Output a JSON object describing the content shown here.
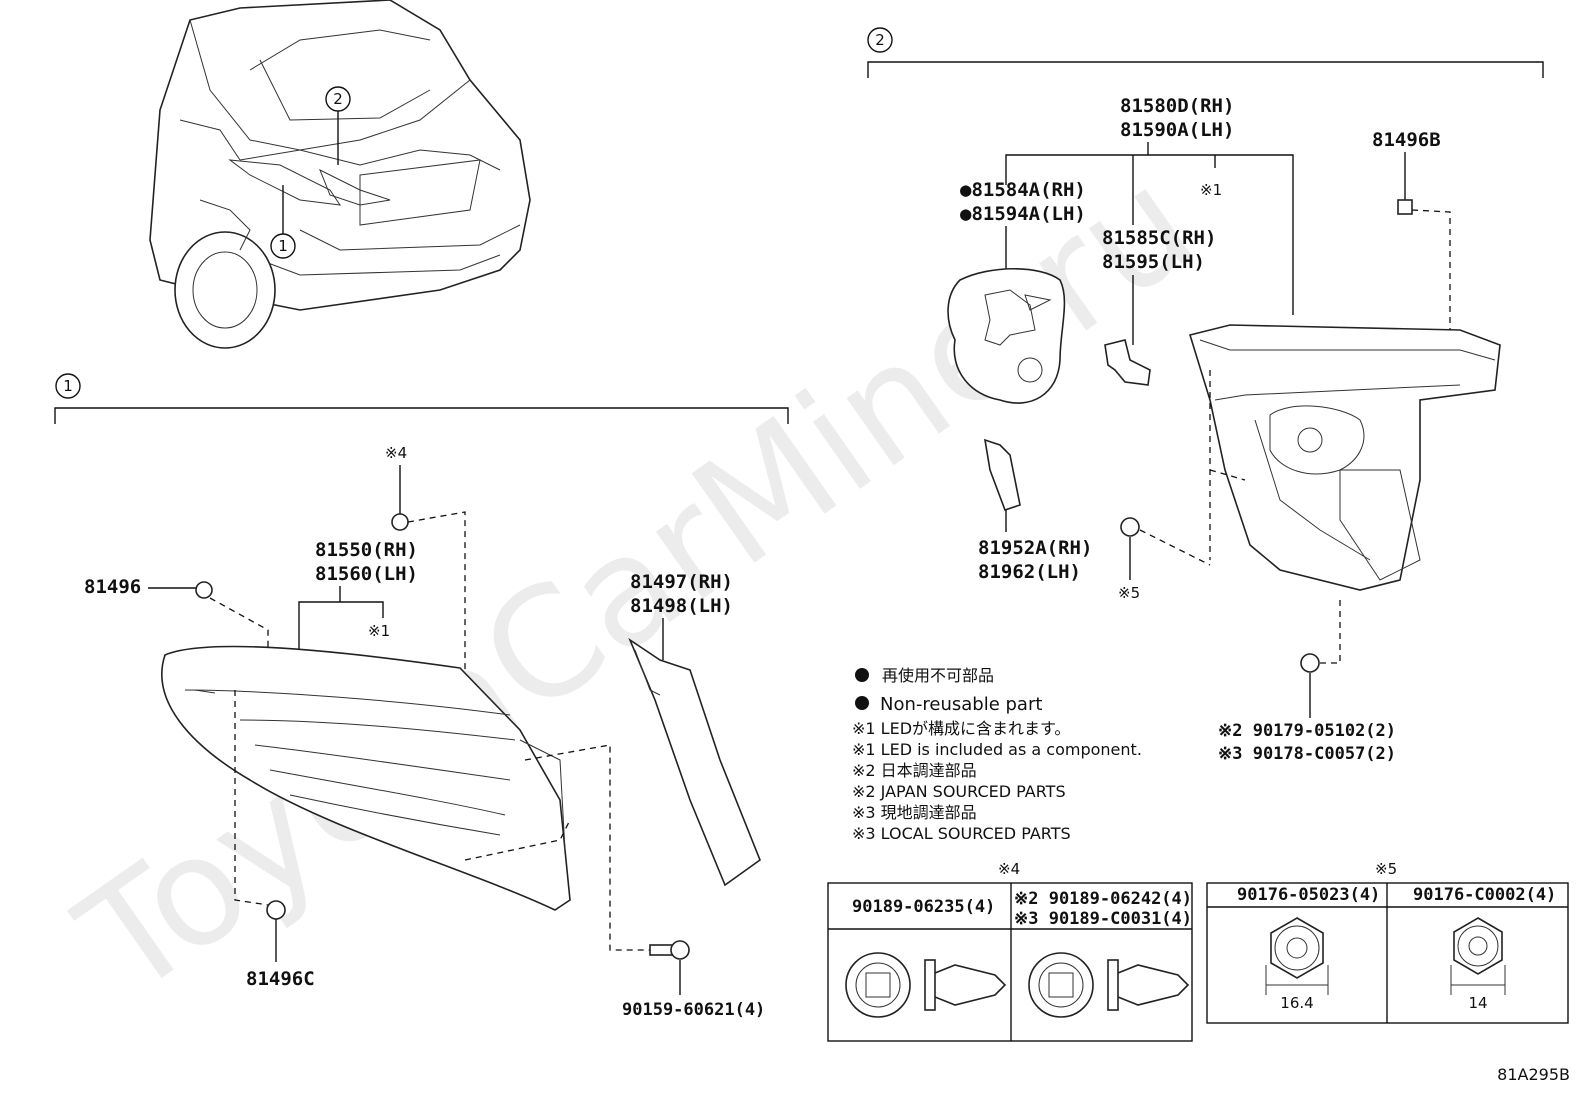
{
  "watermark": "ToyotaCarMine.ru",
  "diagram_code": "81A295B",
  "section_markers": {
    "s1": "1",
    "s2": "2"
  },
  "overview": {
    "callout_1": "1",
    "callout_2": "2"
  },
  "section1": {
    "label_81550": "81550(RH)",
    "label_81560": "81560(LH)",
    "label_81496": "81496",
    "label_81496C": "81496C",
    "label_81497": "81497(RH)",
    "label_81498": "81498(LH)",
    "label_90159": "90159-60621(4)",
    "note_x4": "※4",
    "note_x1": "※1"
  },
  "section2": {
    "label_81580D": "81580D(RH)",
    "label_81590A": "81590A(LH)",
    "label_81584A": "●81584A(RH)",
    "label_81594A": "●81594A(LH)",
    "label_81585C": "81585C(RH)",
    "label_81595": "81595(LH)",
    "label_81496B": "81496B",
    "label_81952A": "81952A(RH)",
    "label_81962": "81962(LH)",
    "label_90179": "※2 90179-05102(2)",
    "label_90178": "※3 90178-C0057(2)",
    "note_x1": "※1",
    "note_x5": "※5"
  },
  "legend": {
    "line1": "再使用不可部品",
    "line2": "Non-reusable part",
    "line3": "※1 LEDが構成に含まれます。",
    "line4": "※1 LED is included as a component.",
    "line5": "※2 日本調達部品",
    "line6": "※2 JAPAN SOURCED PARTS",
    "line7": "※3 現地調達部品",
    "line8": "※3 LOCAL SOURCED PARTS"
  },
  "table4": {
    "mark": "※4",
    "col1": "90189-06235(4)",
    "col2a": "※2 90189-06242(4)",
    "col2b": "※3 90189-C0031(4)"
  },
  "table5": {
    "mark": "※5",
    "col1": "90176-05023(4)",
    "col2": "90176-C0002(4)",
    "dim1": "16.4",
    "dim2": "14"
  }
}
